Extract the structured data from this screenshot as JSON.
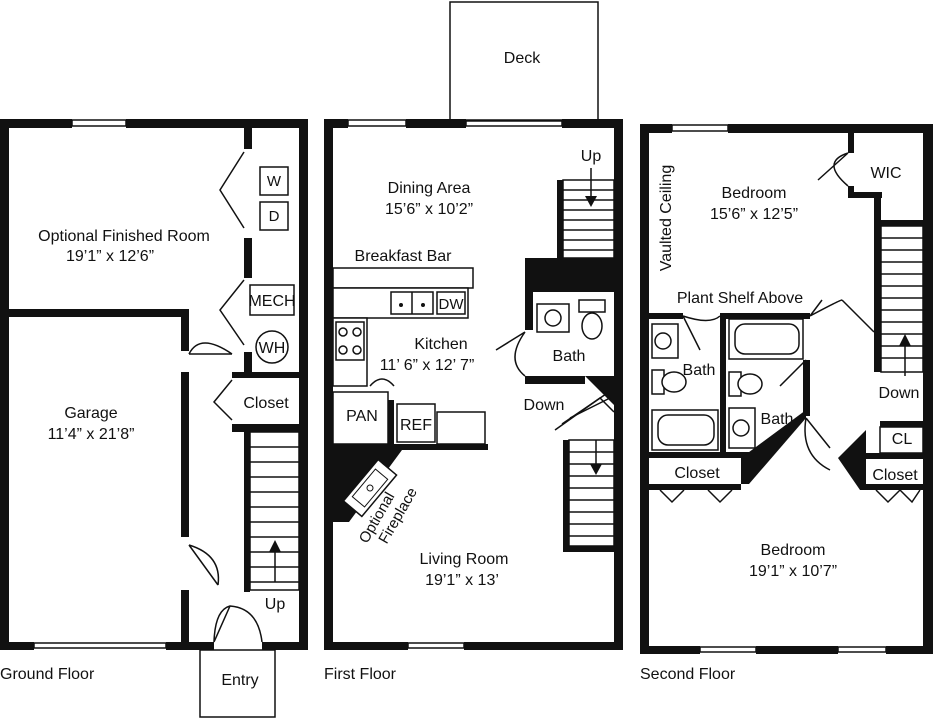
{
  "floors": {
    "ground": {
      "caption": "Ground Floor",
      "rooms": {
        "finished_room": {
          "name": "Optional Finished Room",
          "dims": "19’1” x 12’6”"
        },
        "garage": {
          "name": "Garage",
          "dims": "11’4” x 21’8”"
        },
        "washer": "W",
        "dryer": "D",
        "mech": "MECH",
        "water_heater": "WH",
        "closet": "Closet",
        "stairs_up": "Up",
        "entry": "Entry"
      }
    },
    "first": {
      "caption": "First Floor",
      "rooms": {
        "deck": "Deck",
        "dining": {
          "name": "Dining Area",
          "dims": "15’6” x 10’2”"
        },
        "stairs_up": "Up",
        "breakfast_bar": "Breakfast Bar",
        "dishwasher": "DW",
        "kitchen": {
          "name": "Kitchen",
          "dims": "11’ 6” x 12’ 7”"
        },
        "bath": "Bath",
        "pantry": "PAN",
        "fridge": "REF",
        "stairs_down": "Down",
        "fireplace_line1": "Optional",
        "fireplace_line2": "Fireplace",
        "living": {
          "name": "Living Room",
          "dims": "19’1” x 13’"
        }
      }
    },
    "second": {
      "caption": "Second Floor",
      "rooms": {
        "vaulted": "Vaulted Ceiling",
        "bedroom_top": {
          "name": "Bedroom",
          "dims": "15’6” x 12’5”"
        },
        "wic": "WIC",
        "plant_shelf": "Plant Shelf Above",
        "bath_left": "Bath",
        "bath_mid": "Bath",
        "stairs_down": "Down",
        "cl": "CL",
        "closet_left": "Closet",
        "closet_right": "Closet",
        "bedroom_bottom": {
          "name": "Bedroom",
          "dims": "19’1” x 10’7”"
        }
      }
    }
  }
}
